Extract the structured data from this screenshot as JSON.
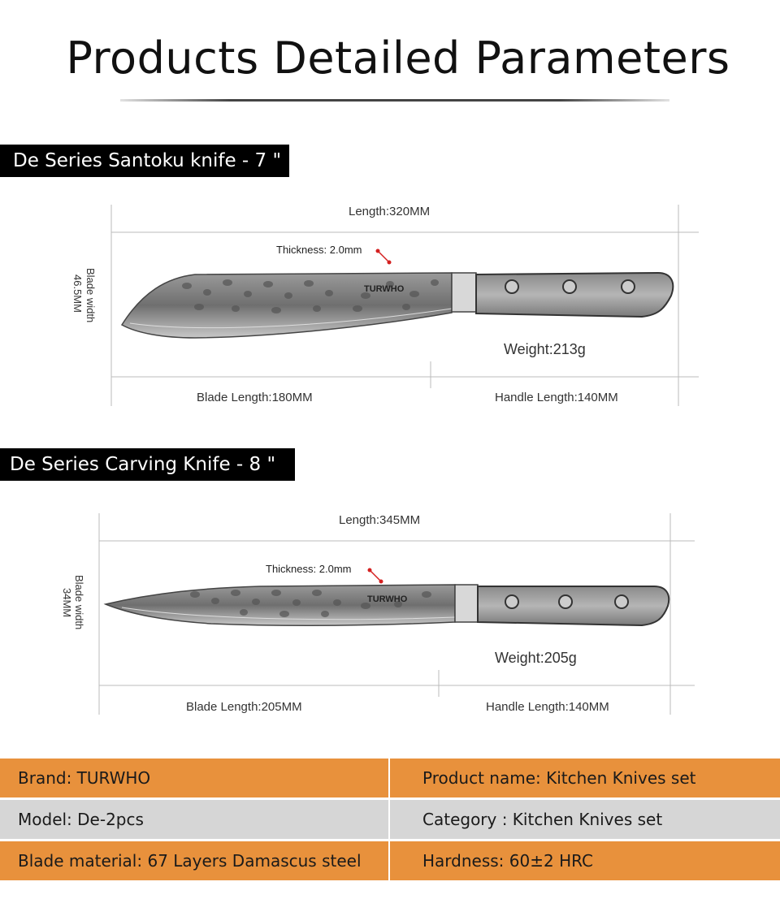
{
  "header": {
    "title": "Products Detailed Parameters"
  },
  "products": [
    {
      "banner": "De Series Santoku knife - 7 \"",
      "length": "Length:320MM",
      "thickness": "Thickness: 2.0mm",
      "blade_width": "Blade width",
      "blade_width_value": "46.5MM",
      "weight": "Weight:213g",
      "blade_length": "Blade Length:180MM",
      "handle_length": "Handle Length:140MM",
      "blade_logo": "TURWHO"
    },
    {
      "banner": "De Series Carving Knife - 8 \"",
      "length": "Length:345MM",
      "thickness": "Thickness: 2.0mm",
      "blade_width": "Blade width",
      "blade_width_value": "34MM",
      "weight": "Weight:205g",
      "blade_length": "Blade Length:205MM",
      "handle_length": "Handle Length:140MM",
      "blade_logo": "TURWHO"
    }
  ],
  "specs": [
    {
      "left": "Brand: TURWHO",
      "right": "Product name: Kitchen Knives set",
      "style": "orange"
    },
    {
      "left": "Model: De-2pcs",
      "right": "Category : Kitchen Knives set",
      "style": "grey"
    },
    {
      "left": "Blade material: 67 Layers Damascus steel",
      "right": "Hardness:  60±2 HRC",
      "style": "orange"
    }
  ],
  "colors": {
    "table_orange": "#e8913c",
    "table_grey": "#d6d6d6",
    "banner_bg": "#000000",
    "thickness_marker": "#d42020"
  }
}
